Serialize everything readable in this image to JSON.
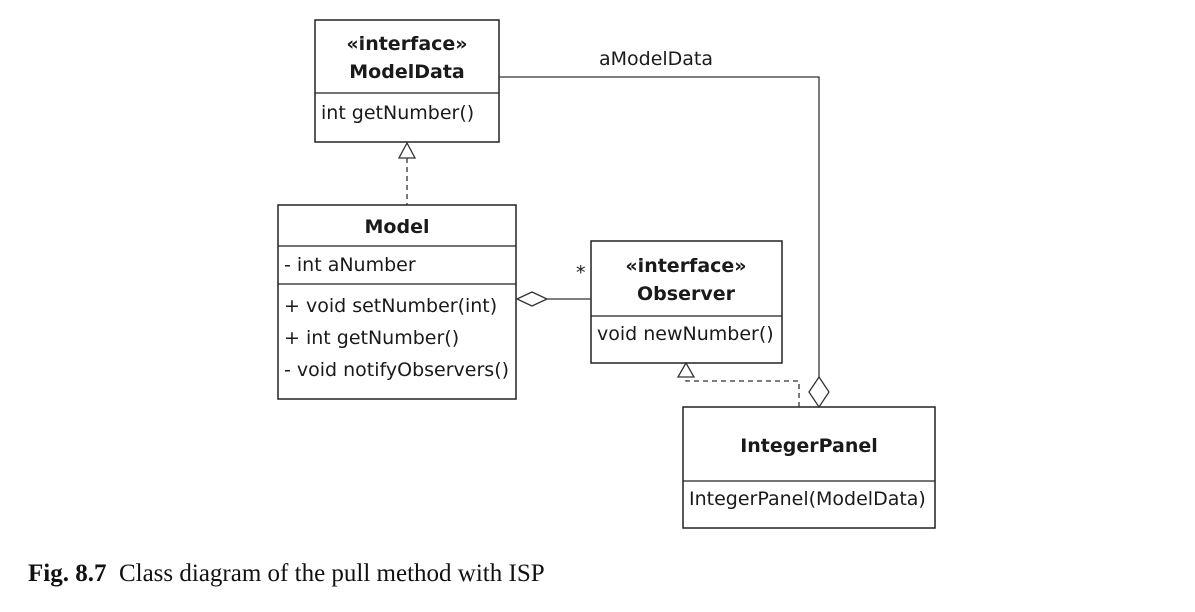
{
  "classes": {
    "model_data": {
      "stereotype": "«interface»",
      "name": "ModelData",
      "methods": [
        "int getNumber()"
      ]
    },
    "model": {
      "name": "Model",
      "attributes": [
        "- int aNumber"
      ],
      "methods": [
        "+ void setNumber(int)",
        "+ int getNumber()",
        "- void notifyObservers()"
      ]
    },
    "observer": {
      "stereotype": "«interface»",
      "name": "Observer",
      "methods": [
        "void newNumber()"
      ]
    },
    "integer_panel": {
      "name": "IntegerPanel",
      "methods": [
        "IntegerPanel(ModelData)"
      ]
    }
  },
  "relations": {
    "a_model_data_label": "aModelData",
    "observer_multiplicity": "*"
  },
  "caption": {
    "number": "Fig. 8.7",
    "text": "Class diagram of the pull method with ISP"
  }
}
